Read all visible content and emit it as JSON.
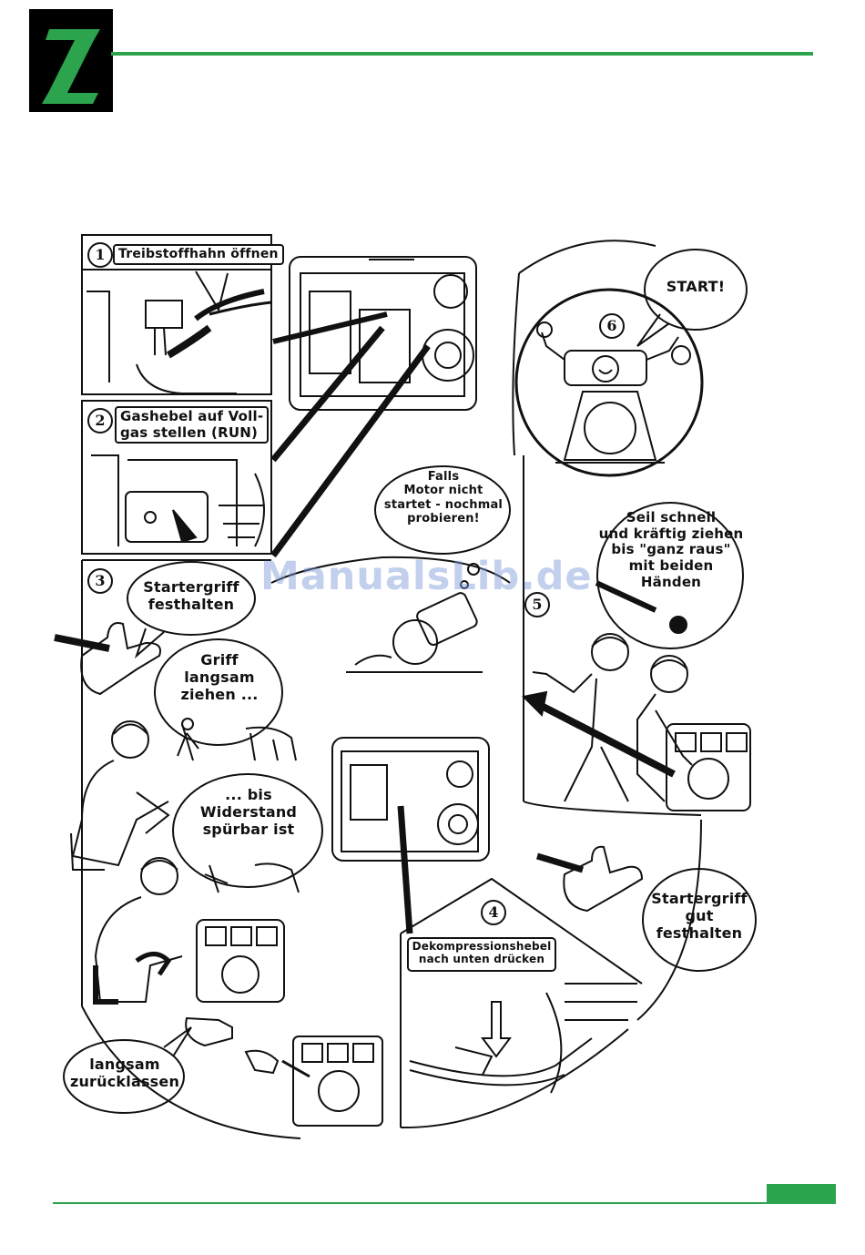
{
  "header": {
    "logo_letter": "Z"
  },
  "steps": {
    "step1": {
      "number": "1",
      "label": "Treibstoffhahn öffnen"
    },
    "step2": {
      "number": "2",
      "label": "Gashebel auf Voll-\ngas stellen (RUN)"
    },
    "step3": {
      "number": "3",
      "bubble_hold": "Startergriff\nfesthalten",
      "bubble_pull": "Griff\nlangsam\nziehen ...",
      "bubble_resist": "... bis\nWiderstand\nspürbar ist",
      "bubble_release": "langsam\nzurücklassen"
    },
    "step4": {
      "number": "4",
      "label": "Dekompressionshebel\nnach unten drücken",
      "bubble_hold": "Startergriff\ngut\nfesthalten"
    },
    "step5": {
      "number": "5",
      "bubble": "Seil schnell\nund kräftig ziehen\nbis \"ganz raus\"\nmit beiden\nHänden"
    },
    "step6": {
      "number": "6",
      "bubble": "START!"
    },
    "retry_bubble": "Falls\nMotor nicht\nstartet - nochmal\nprobieren!"
  },
  "watermark": "ManualsLib.de",
  "colors": {
    "brand_green": "#2ca44e",
    "logo_bg": "#000000",
    "ink": "#111111"
  }
}
